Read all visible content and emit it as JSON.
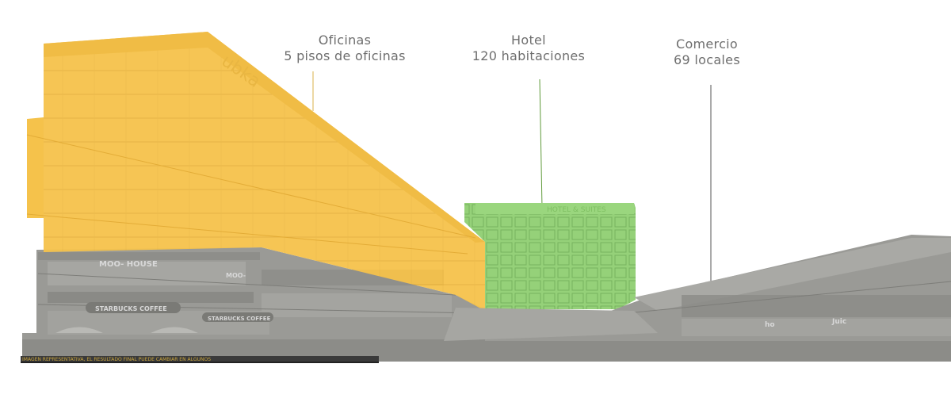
{
  "labels": {
    "oficinas": {
      "title": "Oficinas",
      "subtitle": "5 pisos de oficinas"
    },
    "hotel": {
      "title": "Hotel",
      "subtitle": "120 habitaciones"
    },
    "comercio": {
      "title": "Comercio",
      "subtitle": "69 locales"
    }
  },
  "signs": {
    "tower_logo": "ubka",
    "cafe": "MOO- HOUSE",
    "cafe_small": "MOO-",
    "starbucks_1": "STARBUCKS COFFEE",
    "starbucks_2": "STARBUCKS COFFEE",
    "hotel_sign": "HOTEL & SUITES",
    "shop_1": "ho",
    "shop_2": "Juic"
  },
  "disclaimer": "IMAGEN REPRESENTATIVA, EL RESULTADO FINAL PUEDE CAMBIAR EN ALGUNOS",
  "colors": {
    "office": "#f5c24b",
    "hotel": "#8fcf72",
    "retail": "#9a9a96",
    "label_text": "#6e6e6e",
    "leader_office": "#d9b24a",
    "leader_hotel": "#5f9a3a",
    "leader_retail": "#555555"
  }
}
